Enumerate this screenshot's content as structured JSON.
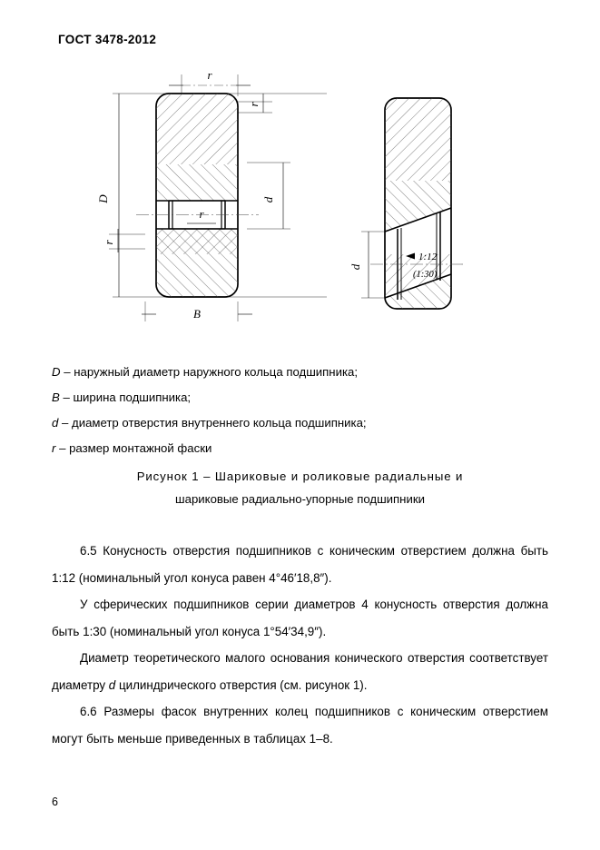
{
  "header": {
    "standard_id": "ГОСТ 3478-2012"
  },
  "figure": {
    "left_drawing": {
      "name": "cylindrical-bore-bearing-section",
      "labels": {
        "outer_diameter": "D",
        "width": "B",
        "bore_diameter": "d",
        "chamfer_top": "r",
        "chamfer_right": "r",
        "chamfer_inner": "r",
        "chamfer_left": "r"
      }
    },
    "right_drawing": {
      "name": "tapered-bore-bearing-section",
      "labels": {
        "bore_diameter": "d",
        "taper_primary": "1:12",
        "taper_secondary": "(1:30)"
      }
    }
  },
  "legend": {
    "items": [
      {
        "symbol": "D",
        "dash": " – ",
        "text": "наружный диаметр наружного кольца подшипника;"
      },
      {
        "symbol": "B",
        "dash": " – ",
        "text": "ширина подшипника;"
      },
      {
        "symbol": "d",
        "dash": " – ",
        "text": "диаметр отверстия внутреннего кольца подшипника;"
      },
      {
        "symbol": "r",
        "dash": " – ",
        "text": "размер монтажной фаски"
      }
    ]
  },
  "caption": {
    "line1": "Рисунок 1 – Шариковые и роликовые радиальные и",
    "line2": "шариковые радиально-упорные подшипники"
  },
  "body": {
    "paragraphs": [
      {
        "id": "p-6-5",
        "parts": [
          {
            "type": "text",
            "value": "6.5  Конусность отверстия подшипников с коническим отверстием должна быть 1:12 (номинальный угол конуса равен 4°46′18,8″)."
          }
        ]
      },
      {
        "id": "p-spherical",
        "parts": [
          {
            "type": "text",
            "value": "У сферических подшипников серии диаметров 4 конусность отверстия должна быть 1:30 (номинальный угол конуса 1°54′34,9″)."
          }
        ]
      },
      {
        "id": "p-theoretical",
        "parts": [
          {
            "type": "text",
            "value": "Диаметр теоретического малого основания конического отверстия соответствует диаметру "
          },
          {
            "type": "italic",
            "value": "d"
          },
          {
            "type": "text",
            "value": " цилиндрического отверстия (см. рисунок 1)."
          }
        ]
      },
      {
        "id": "p-6-6",
        "parts": [
          {
            "type": "text",
            "value": "6.6 Размеры фасок внутренних колец подшипников с коническим отверстием могут быть меньше приведенных в таблицах 1–8."
          }
        ]
      }
    ]
  },
  "footer": {
    "page_number": "6"
  },
  "colors": {
    "ink": "#000000",
    "paper": "#ffffff",
    "thin_line": "#1a1a1a",
    "hatch": "#555555"
  }
}
